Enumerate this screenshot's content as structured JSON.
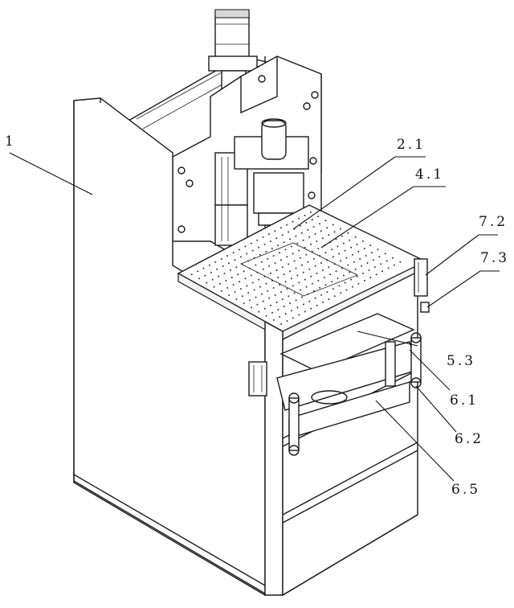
{
  "labels": [
    {
      "id": "label-1",
      "text": "1"
    },
    {
      "id": "label-2-1",
      "text": "2.1"
    },
    {
      "id": "label-4-1",
      "text": "4.1"
    },
    {
      "id": "label-7-2",
      "text": "7.2"
    },
    {
      "id": "label-7-3",
      "text": "7.3"
    },
    {
      "id": "label-5-3",
      "text": "5.3"
    },
    {
      "id": "label-6-1",
      "text": "6.1"
    },
    {
      "id": "label-6-2",
      "text": "6.2"
    },
    {
      "id": "label-6-5",
      "text": "6.5"
    }
  ]
}
